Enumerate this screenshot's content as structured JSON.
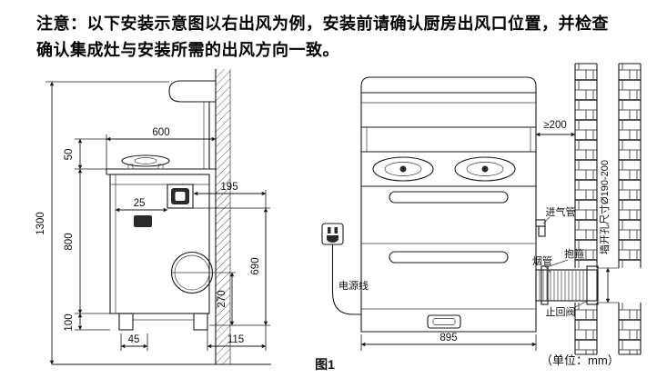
{
  "note": {
    "line1": "注意：以下安装示意图以右出风为例，安装前请确认厨房出风口位置，并检查",
    "line2": "确认集成灶与安装所需的出风方向一致。"
  },
  "captions": {
    "figure": "图1",
    "unit": "（单位：mm）"
  },
  "side_view": {
    "dim_600": "600",
    "dim_50": "50",
    "dim_1300": "1300",
    "dim_800": "800",
    "dim_100": "100",
    "dim_25": "25",
    "dim_195": "195",
    "dim_690": "690",
    "dim_270": "270",
    "dim_45": "45",
    "dim_115": "115"
  },
  "front_view": {
    "dim_min_clearance": "≥200",
    "dim_895": "895",
    "wall_hole": "墙开孔尺寸Ø190-200",
    "labels": {
      "gas_pipe": "进气管",
      "clamp": "抱箍",
      "flue_pipe": "烟管",
      "check_valve": "止回阀",
      "power_cord": "电源线"
    }
  }
}
